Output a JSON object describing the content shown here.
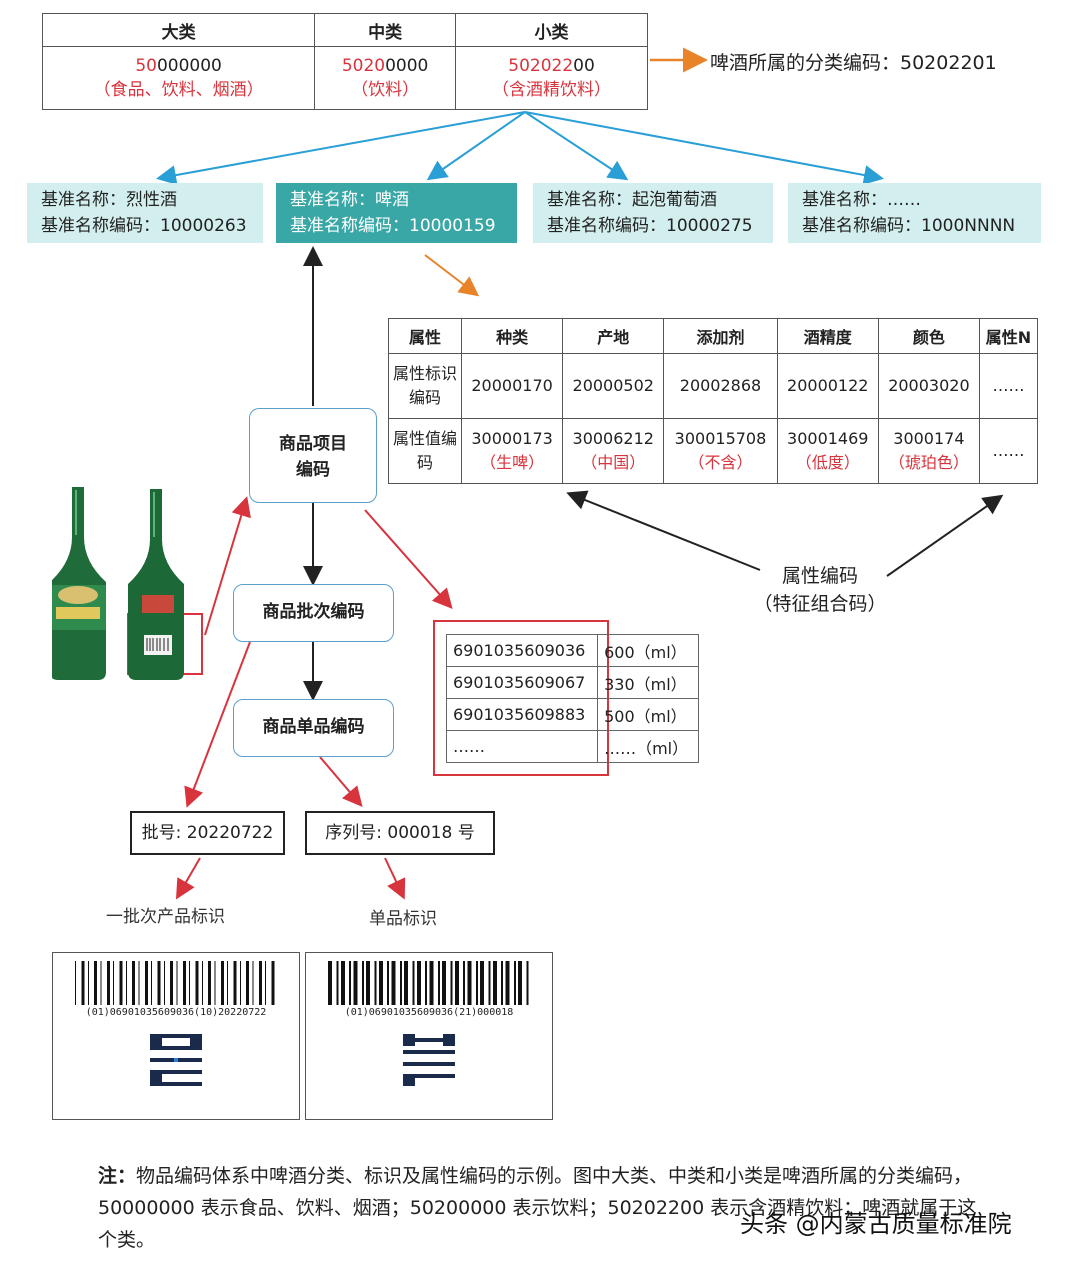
{
  "classification": {
    "headers": [
      "大类",
      "中类",
      "小类"
    ],
    "cells": [
      {
        "code_highlight": "50",
        "code_rest": "000000",
        "desc": "（食品、饮料、烟酒）"
      },
      {
        "code_highlight": "5020",
        "code_rest": "0000",
        "desc": "（饮料）"
      },
      {
        "code_highlight": "502022",
        "code_rest": "00",
        "desc": "（含酒精饮料）"
      }
    ],
    "beer_code_label": "啤酒所属的分类编码：50202201"
  },
  "base_names": [
    {
      "name": "基准名称：烈性酒",
      "code": "基准名称编码：10000263",
      "active": false
    },
    {
      "name": "基准名称：啤酒",
      "code": "基准名称编码：10000159",
      "active": true
    },
    {
      "name": "基准名称：起泡葡萄酒",
      "code": "基准名称编码：10000275",
      "active": false
    },
    {
      "name": "基准名称：……",
      "code": "基准名称编码：1000NNNN",
      "active": false
    }
  ],
  "attributes": {
    "headers": [
      "属性",
      "种类",
      "产地",
      "添加剂",
      "酒精度",
      "颜色",
      "属性N"
    ],
    "id_row_label": "属性标识编码",
    "id_row": [
      "20000170",
      "20000502",
      "20002868",
      "20000122",
      "20003020",
      "……"
    ],
    "value_row_label": "属性值编码",
    "value_row": [
      {
        "code": "30000173",
        "desc": "（生啤）"
      },
      {
        "code": "30006212",
        "desc": "（中国）"
      },
      {
        "code": "300015708",
        "desc": "（不含）"
      },
      {
        "code": "30001469",
        "desc": "（低度）"
      },
      {
        "code": "3000174",
        "desc": "（琥珀色）"
      },
      {
        "code": "……",
        "desc": ""
      }
    ],
    "caption_line1": "属性编码",
    "caption_line2": "（特征组合码）"
  },
  "flow": {
    "item_code": "商品项目编码",
    "batch_code": "商品批次编码",
    "unit_code": "商品单品编码"
  },
  "barcodes": [
    {
      "gtin": "6901035609036",
      "volume": "600（ml）"
    },
    {
      "gtin": "6901035609067",
      "volume": "330（ml）"
    },
    {
      "gtin": "6901035609883",
      "volume": "500（ml）"
    },
    {
      "gtin": "……",
      "volume": "……（ml）"
    }
  ],
  "batch": {
    "label": "批号: 20220722",
    "caption": "一批次产品标识",
    "barcode_text": "(01)06901035609036(10)20220722"
  },
  "serial": {
    "label": "序列号: 000018 号",
    "caption": "单品标识",
    "barcode_text": "(01)06901035609036(21)000018"
  },
  "note": {
    "prefix": "注：",
    "text": "物品编码体系中啤酒分类、标识及属性编码的示例。图中大类、中类和小类是啤酒所属的分类编码，50000000 表示食品、饮料、烟酒；50200000 表示饮料；50202200 表示含酒精饮料；啤酒就属于这个类。"
  },
  "watermark": "头条 @内蒙古质量标准院",
  "colors": {
    "red": "#d8343d",
    "teal": "#3aa7a7",
    "light_teal": "#d3eeee",
    "blue_arrow": "#2a9fd6",
    "orange_arrow": "#e8832a"
  }
}
